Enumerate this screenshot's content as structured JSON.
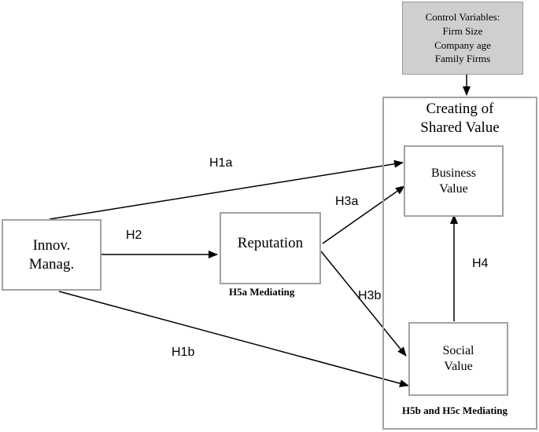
{
  "control_variables": {
    "title": "Control Variables:",
    "items": [
      "Firm Size",
      "Company age",
      "Family Firms"
    ]
  },
  "container": {
    "title_line1": "Creating of",
    "title_line2": "Shared Value"
  },
  "nodes": {
    "innovation": {
      "line1": "Innov.",
      "line2": "Manag."
    },
    "reputation": {
      "label": "Reputation"
    },
    "business_value": {
      "line1": "Business",
      "line2": "Value"
    },
    "social_value": {
      "line1": "Social",
      "line2": "Value"
    }
  },
  "hypotheses": {
    "h1a": "H1a",
    "h1b": "H1b",
    "h2": "H2",
    "h3a": "H3a",
    "h3b": "H3b",
    "h4": "H4"
  },
  "mediating": {
    "h5a": "H5a Mediating",
    "h5bc": "H5b and H5c Mediating"
  }
}
